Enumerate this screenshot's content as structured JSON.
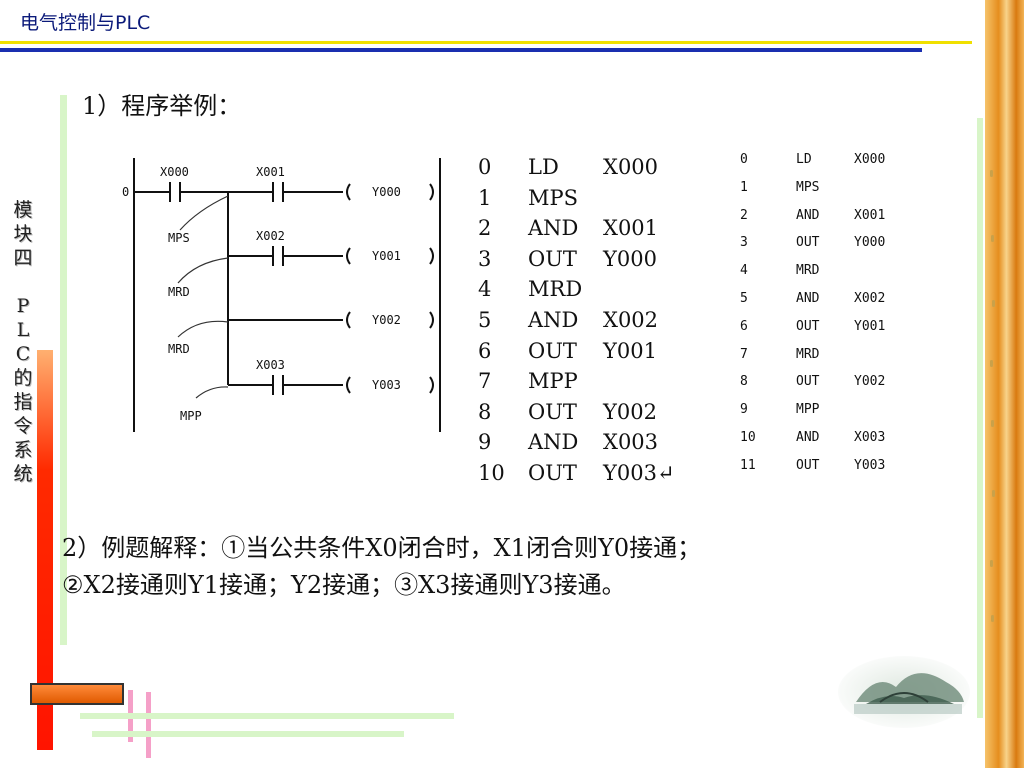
{
  "header": {
    "title": "电气控制与PLC"
  },
  "sidebar": {
    "chars": [
      "模",
      "块",
      "四",
      "",
      "P",
      "L",
      "C",
      "的",
      "指",
      "令",
      "系",
      "统"
    ]
  },
  "example": {
    "heading": "1）程序举例："
  },
  "ladder": {
    "rung_number": "0",
    "contacts": [
      "X000",
      "X001",
      "X002",
      "X003"
    ],
    "coils": [
      "Y000",
      "Y001",
      "Y002",
      "Y003"
    ],
    "branch_labels": [
      "MPS",
      "MRD",
      "MRD",
      "MPP"
    ]
  },
  "program_mid": [
    {
      "step": "0",
      "ins": "LD",
      "op": "X000"
    },
    {
      "step": "1",
      "ins": "MPS",
      "op": ""
    },
    {
      "step": "2",
      "ins": "AND",
      "op": "X001"
    },
    {
      "step": "3",
      "ins": "OUT",
      "op": "Y000"
    },
    {
      "step": "4",
      "ins": "MRD",
      "op": ""
    },
    {
      "step": "5",
      "ins": "AND",
      "op": "X002"
    },
    {
      "step": "6",
      "ins": "OUT",
      "op": "Y001"
    },
    {
      "step": "7",
      "ins": "MPP",
      "op": ""
    },
    {
      "step": "8",
      "ins": "OUT",
      "op": "Y002"
    },
    {
      "step": "9",
      "ins": "AND",
      "op": "X003"
    },
    {
      "step": "10",
      "ins": "OUT",
      "op": "Y003↵"
    }
  ],
  "program_right": [
    {
      "step": "0",
      "ins": "LD",
      "op": "X000"
    },
    {
      "step": "1",
      "ins": "MPS",
      "op": ""
    },
    {
      "step": "2",
      "ins": "AND",
      "op": "X001"
    },
    {
      "step": "3",
      "ins": "OUT",
      "op": "Y000"
    },
    {
      "step": "4",
      "ins": "MRD",
      "op": ""
    },
    {
      "step": "5",
      "ins": "AND",
      "op": "X002"
    },
    {
      "step": "6",
      "ins": "OUT",
      "op": "Y001"
    },
    {
      "step": "7",
      "ins": "MRD",
      "op": ""
    },
    {
      "step": "8",
      "ins": "OUT",
      "op": "Y002"
    },
    {
      "step": "9",
      "ins": "MPP",
      "op": ""
    },
    {
      "step": "10",
      "ins": "AND",
      "op": "X003"
    },
    {
      "step": "11",
      "ins": "OUT",
      "op": "Y003"
    }
  ],
  "explanation": {
    "line1": "2）例题解释：①当公共条件X0闭合时，X1闭合则Y0接通；",
    "line2": "②X2接通则Y1接通；Y2接通；③X3接通则Y3接通。"
  },
  "colors": {
    "title_blue": "#0b1a7a",
    "rule_blue": "#1a2fb0",
    "rule_yellow": "#f0e000",
    "accent_red": "#ff1400",
    "accent_green": "#d8f5c8"
  }
}
